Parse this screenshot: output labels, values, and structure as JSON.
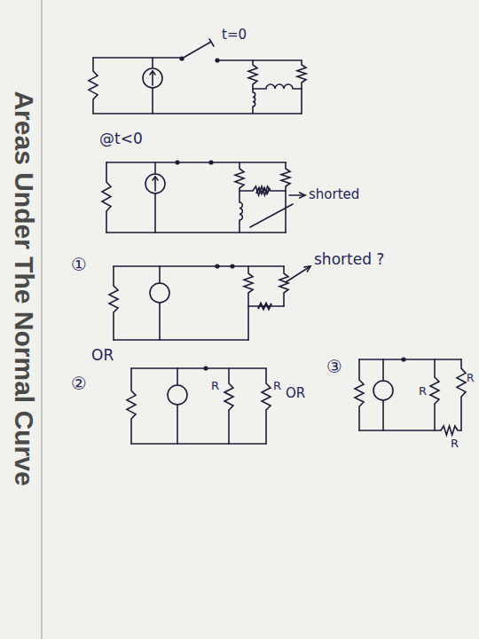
{
  "diagram": {
    "labels": [
      "Areas Under The Normal Curve",
      "t=0",
      "@t<0",
      "shorted",
      "①",
      "shorted ?",
      "OR",
      "②",
      "R",
      "R",
      "OR",
      "③",
      "R",
      "R",
      "R"
    ]
  }
}
